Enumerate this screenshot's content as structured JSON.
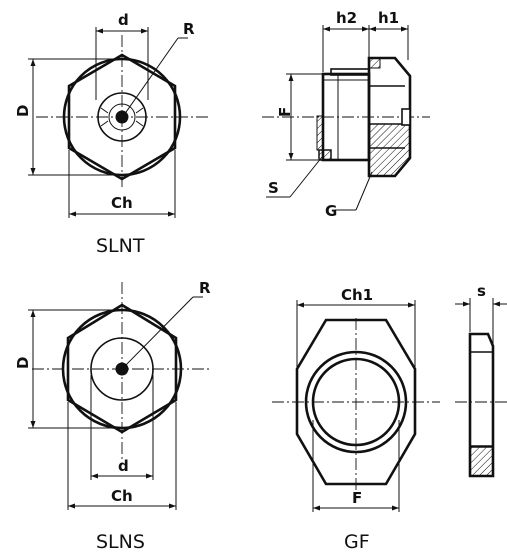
{
  "views": {
    "slnt": {
      "caption": "SLNT",
      "labels": {
        "d": "d",
        "R": "R",
        "D": "D",
        "Ch": "Ch"
      }
    },
    "slnt_side": {
      "labels": {
        "h2": "h2",
        "h1": "h1",
        "F": "F",
        "S": "S",
        "G": "G"
      }
    },
    "slns": {
      "caption": "SLNS",
      "labels": {
        "R": "R",
        "D": "D",
        "d": "d",
        "Ch": "Ch"
      }
    },
    "gf": {
      "caption": "GF",
      "labels": {
        "Ch1": "Ch1",
        "s": "s",
        "F": "F"
      }
    }
  },
  "colors": {
    "line": "#111111",
    "background": "#ffffff"
  }
}
